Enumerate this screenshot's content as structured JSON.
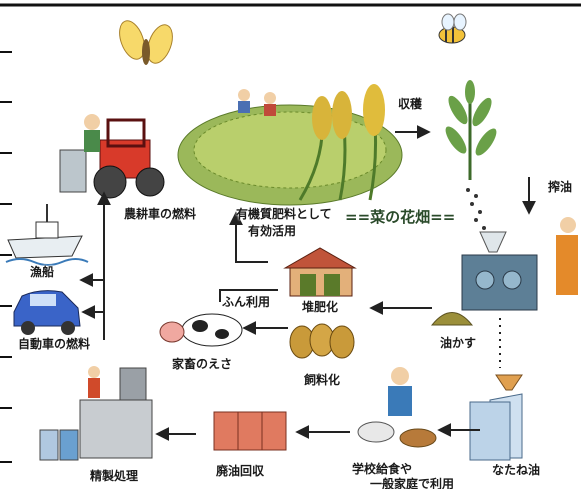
{
  "diagram": {
    "title": "==菜の花畑==",
    "labels": {
      "harvest": "収穫",
      "pressing": "搾油",
      "tractor_fuel": "農耕車の燃料",
      "organic_line1": "有機質肥料として",
      "organic_line2": "有効活用",
      "fishing_boat": "漁船",
      "car_fuel": "自動車の燃料",
      "dung_use": "ふん利用",
      "composting": "堆肥化",
      "oil_cake": "油かす",
      "livestock_feed": "家畜のえさ",
      "feed_making": "飼料化",
      "refining": "精製処理",
      "waste_oil_collection": "廃油回収",
      "school_lunch": "学校給食や",
      "home_use": "一般家庭で利用",
      "rapeseed_oil": "なたね油"
    }
  }
}
